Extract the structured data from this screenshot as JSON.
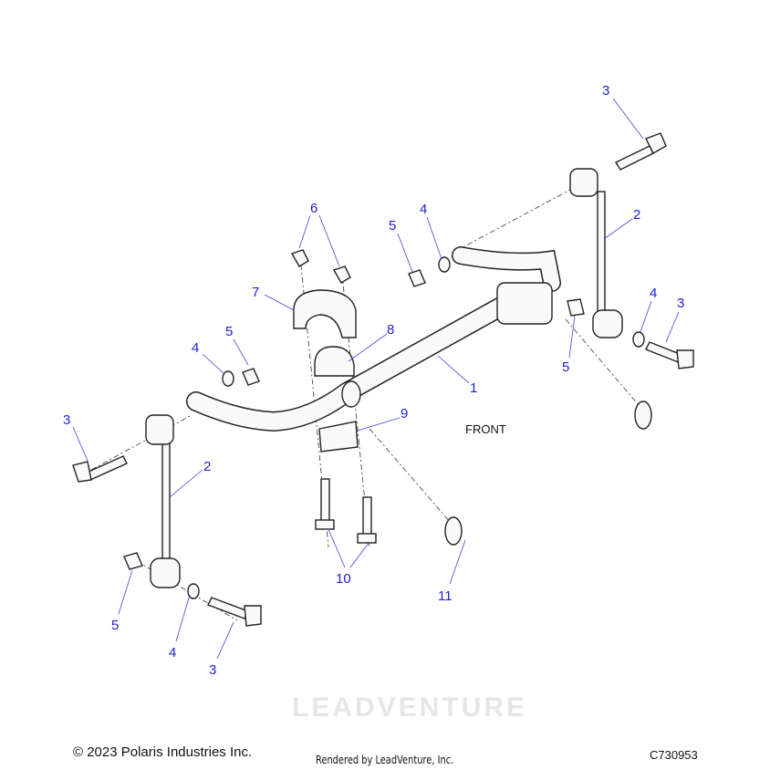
{
  "diagram": {
    "watermark": "LEADVENTURE",
    "front_label": "FRONT",
    "callouts": [
      "3",
      "2",
      "6",
      "5",
      "4",
      "7",
      "4",
      "3",
      "8",
      "5",
      "4",
      "1",
      "5",
      "3",
      "9",
      "2",
      "10",
      "11",
      "5",
      "4",
      "3"
    ]
  },
  "footer": {
    "copyright": "© 2023 Polaris Industries Inc.",
    "rendered_by": "Rendered by LeadVenture, Inc.",
    "diagram_code": "C730953"
  },
  "colors": {
    "callout": "#1e1ed2"
  }
}
